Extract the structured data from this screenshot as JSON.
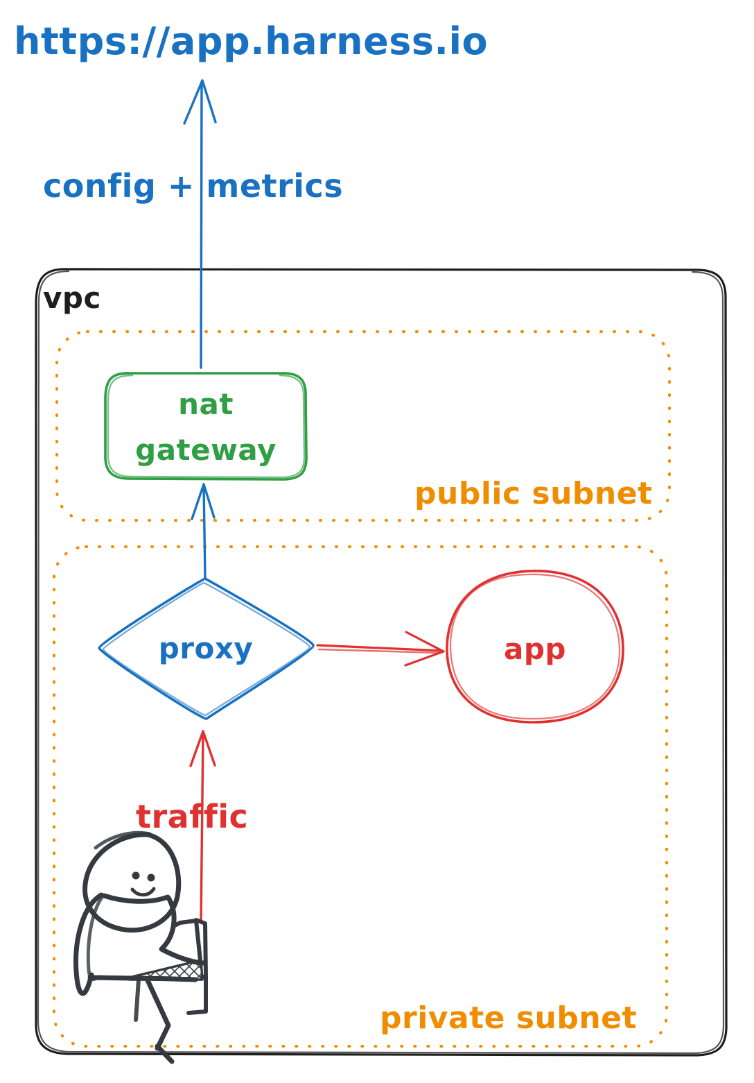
{
  "diagram": {
    "title_text": "https://app.harness.io",
    "style": "hand-drawn sketch / excalidraw",
    "background": "#ffffff"
  },
  "colors": {
    "blue": "#1971c2",
    "green": "#2f9e44",
    "orange": "#f08c00",
    "red": "#e03131",
    "black": "#1e1e1e",
    "charcoal": "#343a40"
  },
  "labels": {
    "endpoint_url": "https://app.harness.io",
    "config_metrics": "config + metrics",
    "vpc": "vpc",
    "public_subnet": "public subnet",
    "private_subnet": "private subnet",
    "nat_gateway_line1": "nat",
    "nat_gateway_line2": "gateway",
    "proxy": "proxy",
    "app": "app",
    "traffic": "traffic"
  },
  "nodes": [
    {
      "id": "nat-gateway",
      "label": "nat gateway",
      "shape": "rounded-rectangle",
      "color": "#2f9e44",
      "container": "public subnet"
    },
    {
      "id": "proxy",
      "label": "proxy",
      "shape": "diamond",
      "color": "#1971c2",
      "container": "private subnet"
    },
    {
      "id": "app",
      "label": "app",
      "shape": "ellipse",
      "color": "#e03131",
      "container": "private subnet"
    },
    {
      "id": "user",
      "label": "",
      "shape": "person-with-laptop",
      "color": "#343a40",
      "container": "private subnet"
    }
  ],
  "edges": [
    {
      "id": "nat-to-internet",
      "from": "nat-gateway",
      "to": "https://app.harness.io",
      "label": "config + metrics",
      "color": "#1971c2",
      "direction": "up"
    },
    {
      "id": "proxy-to-nat",
      "from": "proxy",
      "to": "nat-gateway",
      "label": "",
      "color": "#1971c2",
      "direction": "up"
    },
    {
      "id": "proxy-to-app",
      "from": "proxy",
      "to": "app",
      "label": "",
      "color": "#e03131",
      "direction": "right"
    },
    {
      "id": "user-to-proxy",
      "from": "user",
      "to": "proxy",
      "label": "traffic",
      "color": "#e03131",
      "direction": "up"
    }
  ],
  "containers": [
    {
      "id": "vpc",
      "label": "vpc",
      "border": "solid",
      "color": "#1e1e1e"
    },
    {
      "id": "public-subnet",
      "label": "public subnet",
      "border": "dotted",
      "color": "#f08c00"
    },
    {
      "id": "private-subnet",
      "label": "private subnet",
      "border": "dotted",
      "color": "#f08c00"
    }
  ]
}
